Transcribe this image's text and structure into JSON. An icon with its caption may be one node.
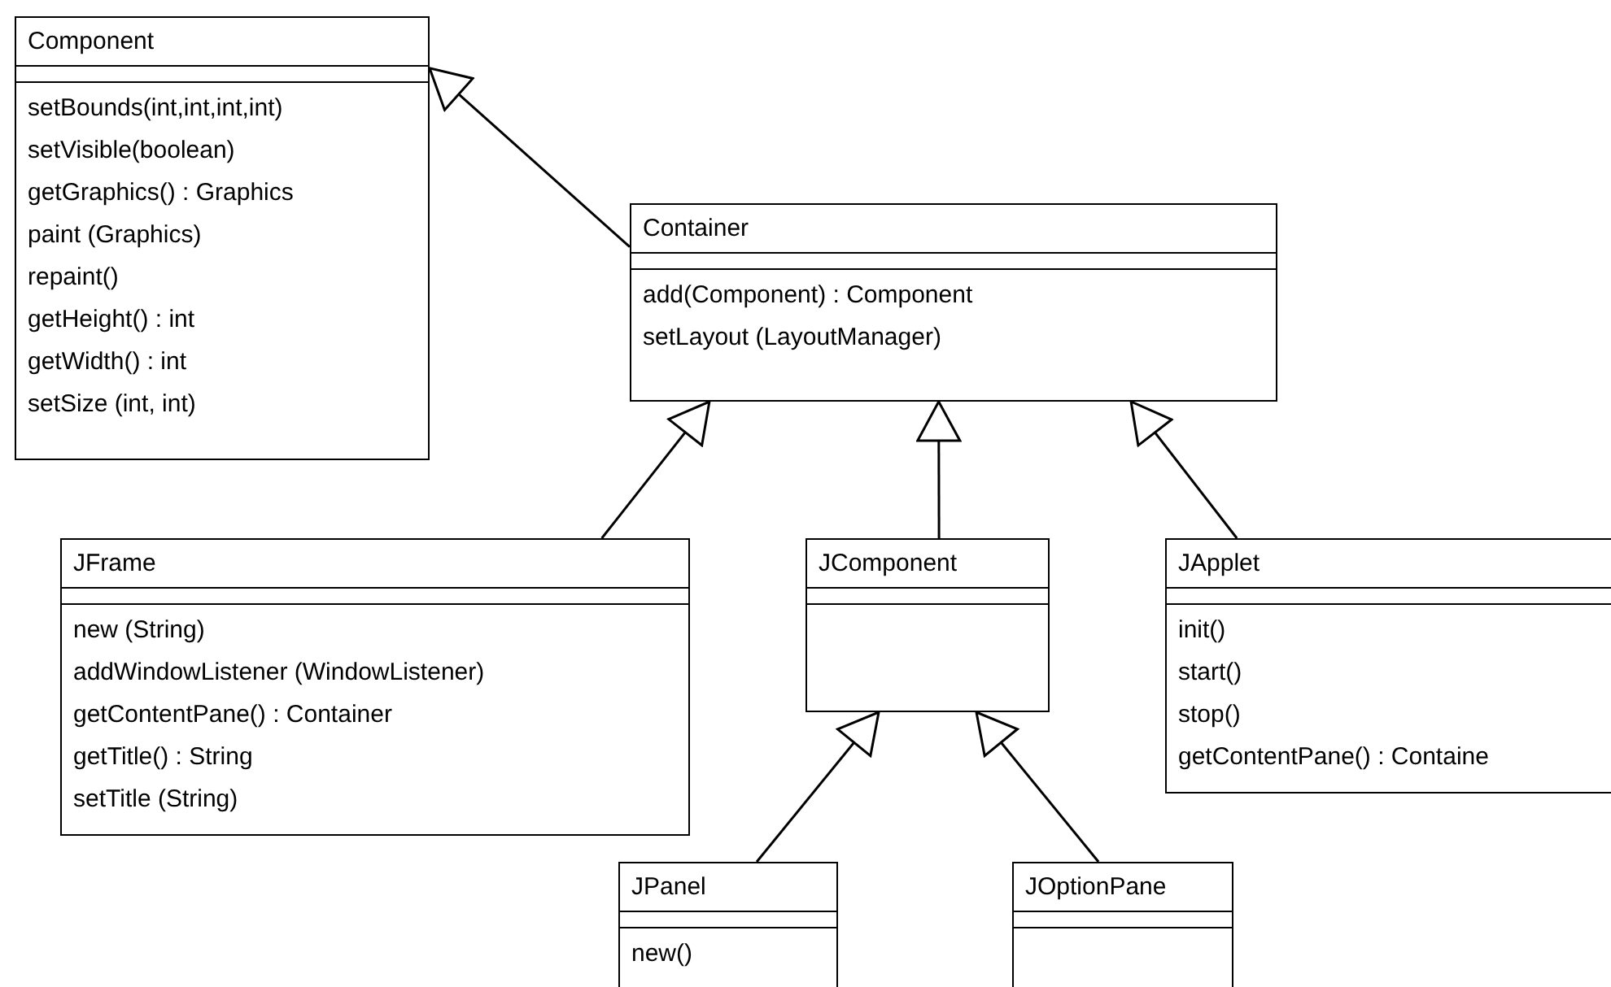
{
  "diagram": {
    "nodes": [
      {
        "text": [
          "Component",
          "setBounds(int,int,int,int)",
          "setVisible(boolean)",
          "getGraphics() : Graphics",
          "paint (Graphics)",
          "repaint()",
          "getHeight() : int",
          "getWidth() : int",
          "setSize (int, int)"
        ]
      },
      {
        "text": [
          "Container",
          "add(Component) : Component",
          "setLayout (LayoutManager)"
        ]
      },
      {
        "text": [
          "JFrame",
          "new (String)",
          "addWindowListener (WindowListener)",
          "getContentPane() : Container",
          "getTitle() : String",
          "setTitle (String)"
        ]
      },
      {
        "text": [
          "JComponent"
        ]
      },
      {
        "text": [
          "JApplet",
          "init()",
          "start()",
          "stop()",
          "getContentPane() : Containe"
        ]
      },
      {
        "text": [
          "JPanel",
          "new()"
        ]
      },
      {
        "text": [
          "JOptionPane"
        ]
      }
    ],
    "edges": [
      {
        "from": 1,
        "to": 0,
        "arrow": "to"
      },
      {
        "from": 2,
        "to": 1,
        "arrow": "to"
      },
      {
        "from": 3,
        "to": 1,
        "arrow": "to"
      },
      {
        "from": 4,
        "to": 1,
        "arrow": "to"
      },
      {
        "from": 5,
        "to": 3,
        "arrow": "to"
      },
      {
        "from": 6,
        "to": 3,
        "arrow": "to"
      }
    ]
  }
}
